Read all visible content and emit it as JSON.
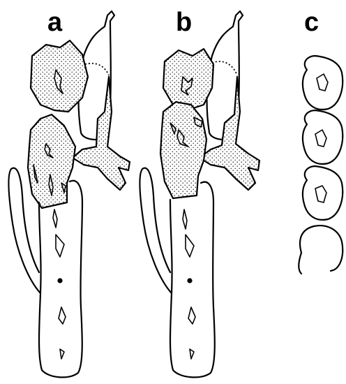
{
  "figure": {
    "panels": [
      {
        "id": "a",
        "label": "a"
      },
      {
        "id": "b",
        "label": "b"
      },
      {
        "id": "c",
        "label": "c"
      }
    ],
    "colors": {
      "ink": "#000000",
      "background": "#ffffff",
      "stipple": "#000000"
    }
  }
}
